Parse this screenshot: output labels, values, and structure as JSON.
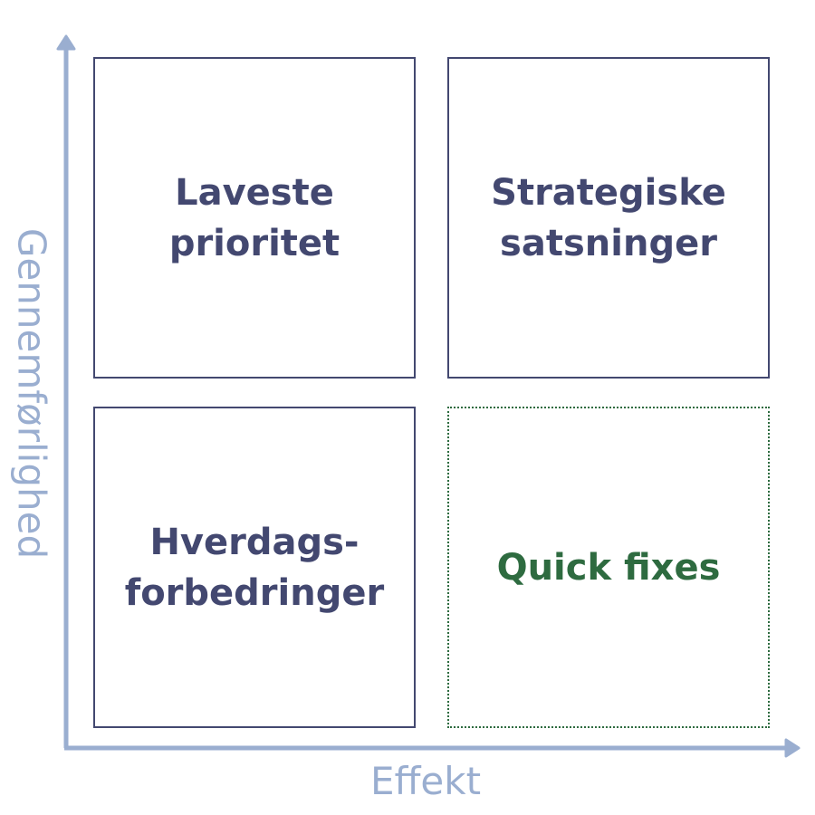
{
  "axes": {
    "x_label": "Effekt",
    "y_label": "Gennemførlighed"
  },
  "quadrants": [
    {
      "label": "Laveste\nprioritet"
    },
    {
      "label": "Strategiske\nsatsninger"
    },
    {
      "label": "Hverdags-\nforbedringer"
    },
    {
      "label": "Quick fixes"
    }
  ],
  "colors": {
    "axis": "#9aaed0",
    "box": "#434870",
    "highlight": "#2e6b40"
  }
}
